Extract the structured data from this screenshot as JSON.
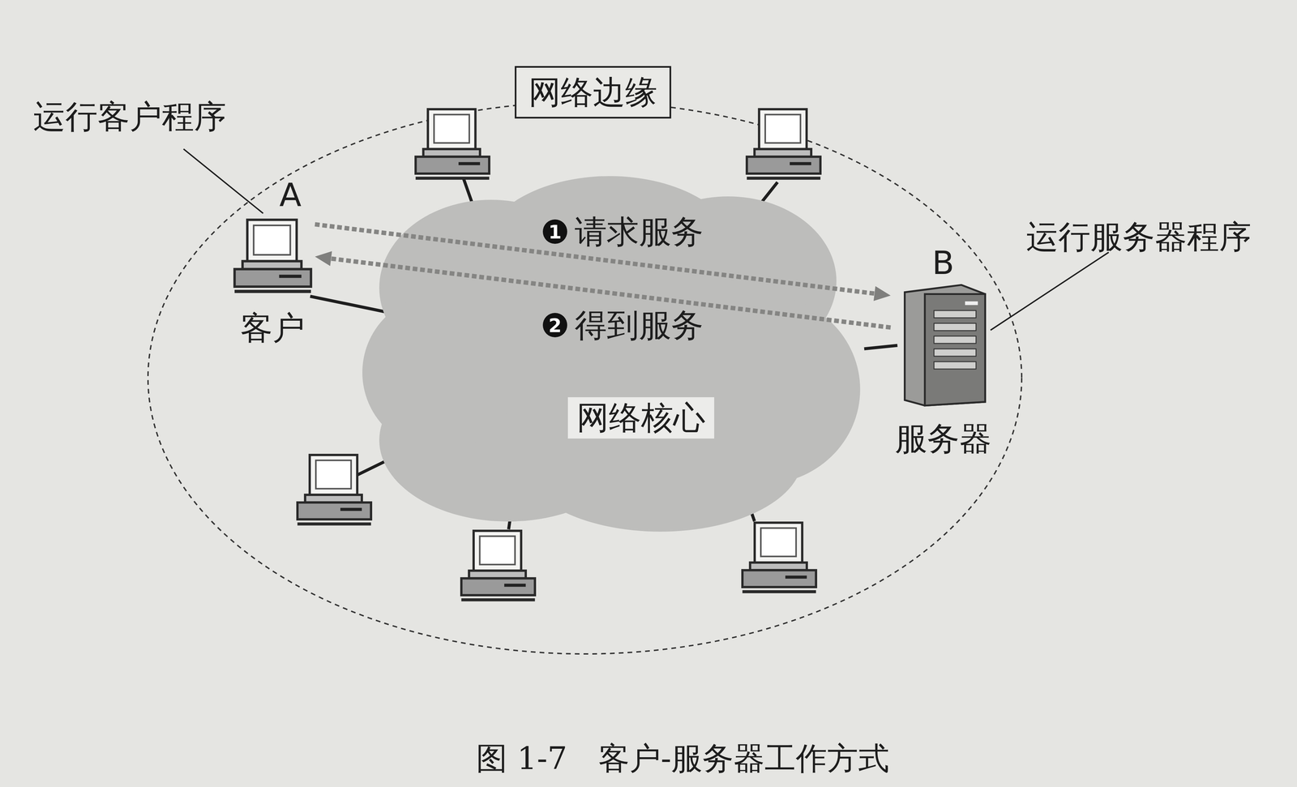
{
  "diagram": {
    "caption": "图 1-7　客户-服务器工作方式",
    "nodes": [
      {
        "text": [
          "网络边缘"
        ]
      },
      {
        "text": [
          "A",
          "客户"
        ]
      },
      {
        "text": [
          "网络核心"
        ]
      },
      {
        "text": [
          "B",
          "服务器"
        ]
      }
    ],
    "edges": [
      {
        "from": 1,
        "to": 3,
        "label": "请求服务",
        "arrow": "to"
      },
      {
        "from": 3,
        "to": 1,
        "label": "得到服务",
        "arrow": "to"
      }
    ],
    "labels": [
      "运行客户程序",
      "运行服务器程序",
      "1",
      "2"
    ]
  }
}
